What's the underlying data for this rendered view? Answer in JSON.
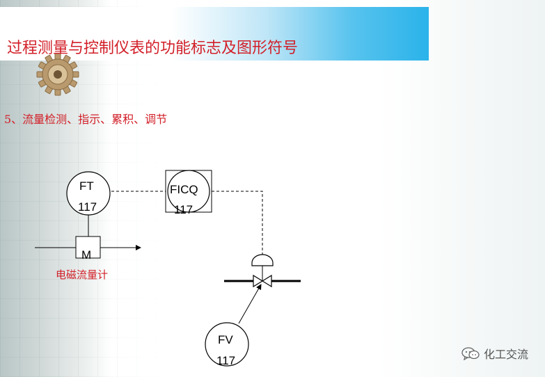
{
  "slide": {
    "title": "过程测量与控制仪表的功能标志及图形符号",
    "subtitle": "5、流量检测、指示、累积、调节"
  },
  "diagram": {
    "ft": {
      "tag": "FT",
      "number": "117"
    },
    "ficq": {
      "tag": "FICQ",
      "number": "117"
    },
    "fv": {
      "tag": "FV",
      "number": "117"
    },
    "meter": {
      "symbol": "M",
      "label": "电磁流量计"
    }
  },
  "watermark": {
    "text": "化工交流",
    "icon": "wechat-icon"
  },
  "colors": {
    "title_red": "#d21f28",
    "title_bar_blue": "#2ab3ea",
    "line_black": "#000000"
  }
}
